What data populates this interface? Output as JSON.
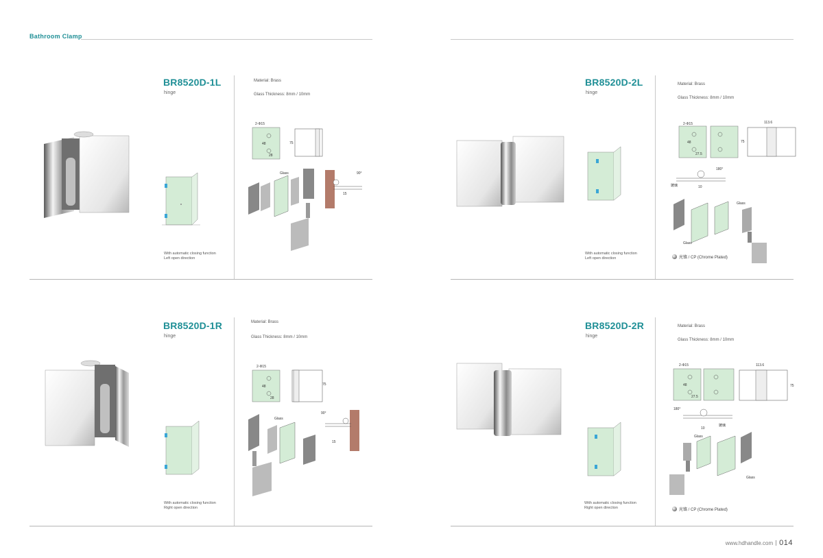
{
  "header": {
    "section_title": "Bathroom Clamp"
  },
  "products": [
    {
      "id": "p1",
      "model": "BR8520D-1L",
      "type": "hinge",
      "material": "Material: Brass",
      "thickness": "Glass Thickness: 8mm / 10mm",
      "note_line1": "With automatic closing function",
      "note_line2": "Left open direction",
      "dims": {
        "holes": "2-Φ15",
        "a": "48",
        "b": "28",
        "h": "75",
        "angle": "90°",
        "c": "15",
        "glass": "Glass"
      }
    },
    {
      "id": "p2",
      "model": "BR8520D-2L",
      "type": "hinge",
      "material": "Material: Brass",
      "thickness": "Glass Thickness: 8mm / 10mm",
      "note_line1": "With automatic closing function",
      "note_line2": "Left open direction",
      "finish": "光铬 / CP (Chrome Plated)",
      "dims": {
        "holes": "2-Φ15",
        "a": "48",
        "b": "27.5",
        "h": "75",
        "w": "113.6",
        "angle": "180°",
        "c": "10",
        "glass": "Glass",
        "glass2": "Glass",
        "cn": "玻璃"
      }
    },
    {
      "id": "p3",
      "model": "BR8520D-1R",
      "type": "hinge",
      "material": "Material: Brass",
      "thickness": "Glass Thickness: 8mm / 10mm",
      "note_line1": "With automatic closing function",
      "note_line2": "Right open direction",
      "dims": {
        "holes": "2-Φ15",
        "a": "48",
        "b": "28",
        "h": "75",
        "angle": "90°",
        "c": "15",
        "glass": "Glass"
      }
    },
    {
      "id": "p4",
      "model": "BR8520D-2R",
      "type": "hinge",
      "material": "Material: Brass",
      "thickness": "Glass Thickness: 8mm / 10mm",
      "note_line1": "With automatic closing function",
      "note_line2": "Right open direction",
      "finish": "光铬 / CP (Chrome Plated)",
      "dims": {
        "holes": "2-Φ15",
        "a": "48",
        "b": "27.5",
        "h": "75",
        "w": "113.6",
        "angle": "180°",
        "c": "10",
        "glass": "Glass",
        "glass2": "Glass",
        "cn": "玻璃"
      }
    }
  ],
  "footer": {
    "website": "www.hdhandle.com",
    "page_number": "014"
  },
  "colors": {
    "accent": "#1f8f96",
    "glass": "#d4ecd6",
    "brick": "#b37b6a"
  }
}
